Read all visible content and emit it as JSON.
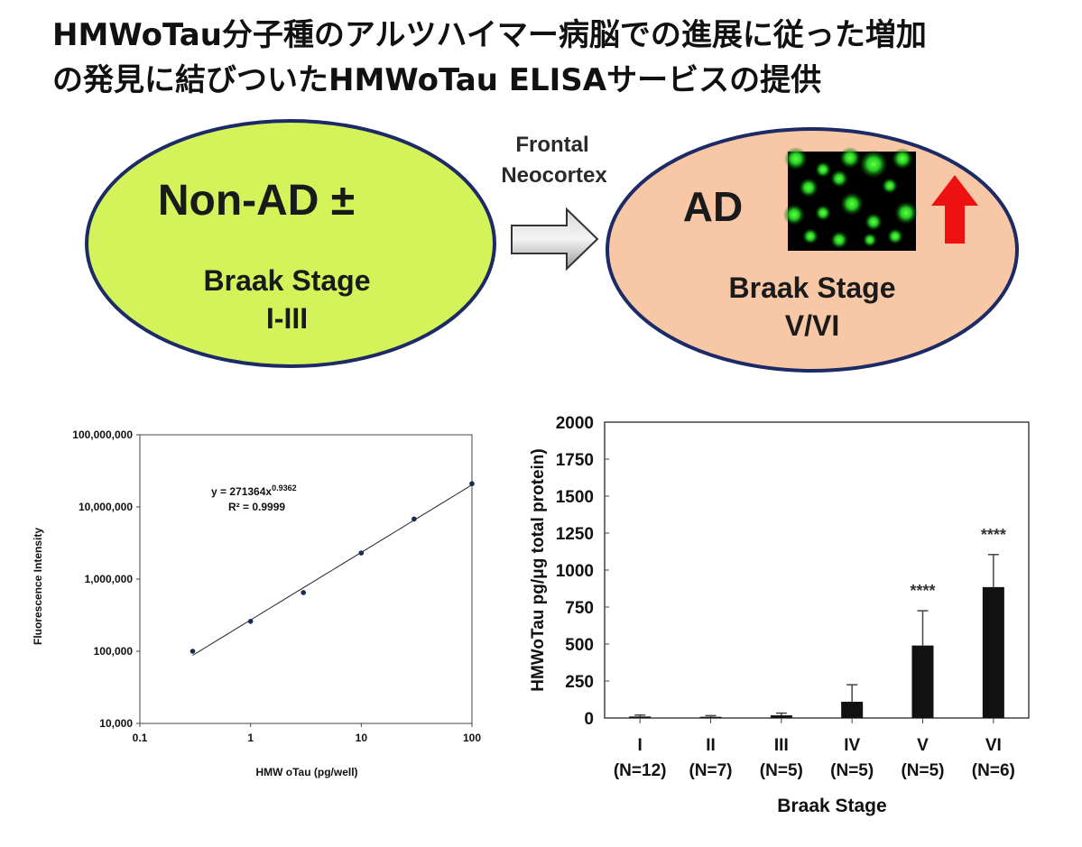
{
  "title": {
    "line1": "HMWoTau分子種のアルツハイマー病脳での進展に従った増加",
    "line2": "の発見に結びついたHMWoTau ELISAサービスの提供"
  },
  "diagram": {
    "left": {
      "main": "Non-AD ±",
      "stage_label": "Braak Stage",
      "stage_value": "I-III",
      "fill": "#d4f25a"
    },
    "arrow_label_1": "Frontal",
    "arrow_label_2": "Neocortex",
    "right": {
      "main": "AD",
      "stage_label": "Braak Stage",
      "stage_value": "V/VI",
      "fill": "#f7c7a6"
    },
    "outline_color": "#1c2a66",
    "up_arrow_color": "#ee1111"
  },
  "chart_data": [
    {
      "type": "scatter",
      "x": [
        0.3,
        1,
        3,
        10,
        30,
        100
      ],
      "y": [
        100000,
        260000,
        650000,
        2300000,
        6800000,
        21000000
      ],
      "xlabel": "HMW oTau (pg/well)",
      "ylabel": "Fluorescence Intensity",
      "xscale": "log",
      "yscale": "log",
      "xlim": [
        0.1,
        100
      ],
      "ylim": [
        10000,
        100000000
      ],
      "x_ticks": [
        "0.1",
        "1",
        "10",
        "100"
      ],
      "y_ticks": [
        "10,000",
        "100,000",
        "1,000,000",
        "10,000,000",
        "100,000,000"
      ],
      "fit": {
        "a": 271364,
        "b": 0.9362,
        "equation_prefix": "y = 271364x",
        "exponent": "0.9362",
        "r2": "R² = 0.9999"
      },
      "grid": false
    },
    {
      "type": "bar",
      "categories": [
        "I",
        "II",
        "III",
        "IV",
        "V",
        "VI"
      ],
      "category_n": [
        "(N=12)",
        "(N=7)",
        "(N=5)",
        "(N=5)",
        "(N=5)",
        "(N=6)"
      ],
      "values": [
        10,
        8,
        18,
        110,
        490,
        885
      ],
      "errors": [
        10,
        8,
        15,
        115,
        235,
        220
      ],
      "significance": [
        "",
        "",
        "",
        "",
        "****",
        "****"
      ],
      "xlabel": "Braak Stage",
      "ylabel": "HMWoTau pg/μg total protein)",
      "ylim": [
        0,
        2000
      ],
      "y_ticks": [
        "0",
        "250",
        "500",
        "750",
        "1000",
        "1250",
        "1500",
        "1750",
        "2000"
      ],
      "bar_color": "#111111",
      "grid": false
    }
  ]
}
